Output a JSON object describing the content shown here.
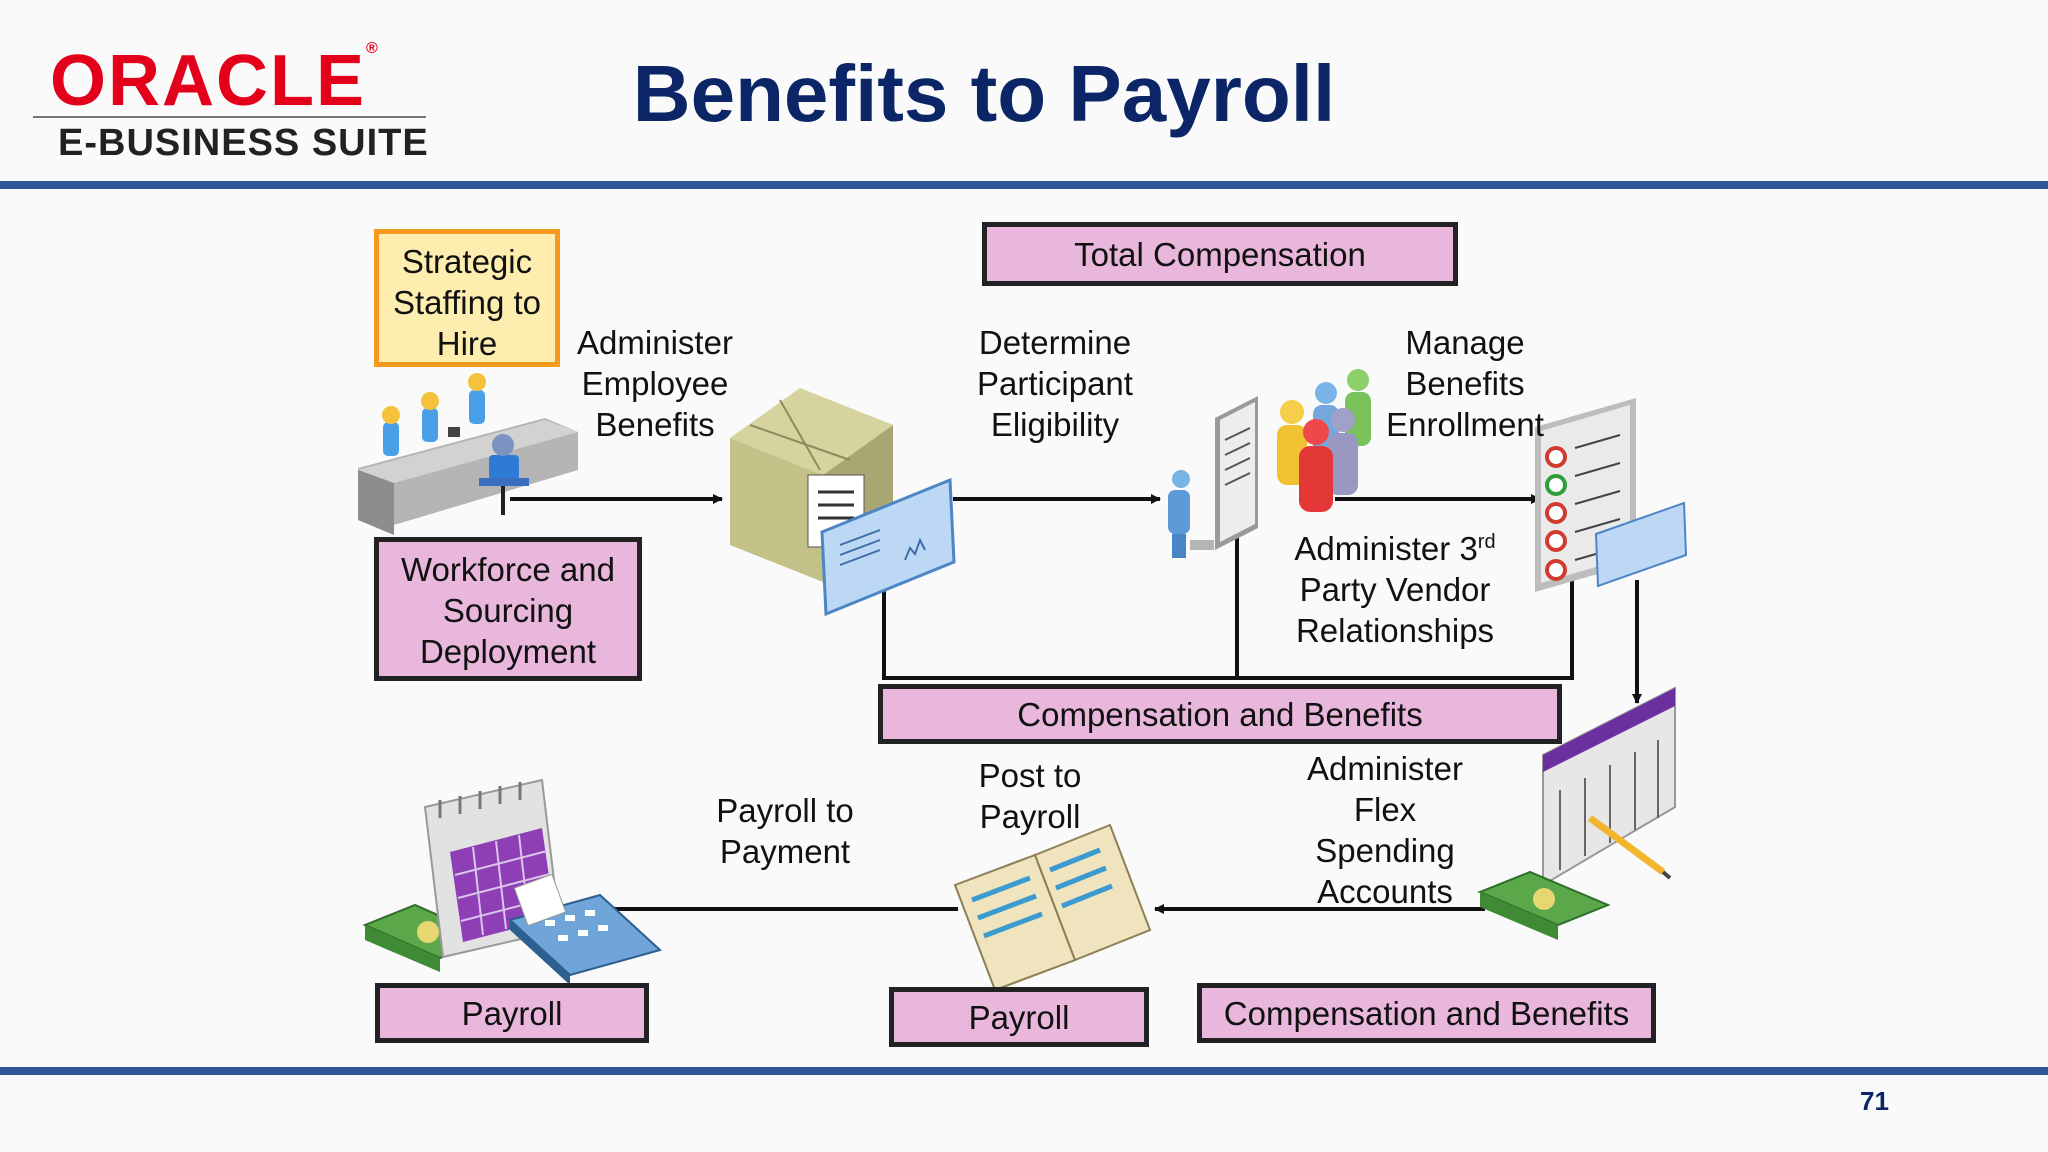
{
  "header": {
    "logo_brand": "ORACLE",
    "logo_registered": "®",
    "logo_suite": "E-BUSINESS SUITE",
    "title": "Benefits to Payroll",
    "page_number": "71"
  },
  "boxes": {
    "strategic_staffing": "Strategic Staffing to Hire",
    "total_compensation": "Total Compensation",
    "workforce": "Workforce and Sourcing Deployment",
    "comp_benefits_mid": "Compensation and Benefits",
    "payroll_left": "Payroll",
    "payroll_mid": "Payroll",
    "comp_benefits_right": "Compensation and Benefits"
  },
  "labels": {
    "administer_employee_benefits": "Administer Employee Benefits",
    "determine_eligibility": "Determine Participant Eligibility",
    "manage_enrollment": "Manage Benefits Enrollment",
    "vendor_prefix": "Administer 3",
    "vendor_sup": "rd",
    "vendor_rest": "Party Vendor Relationships",
    "post_to_payroll": "Post to Payroll",
    "flex_spending": "Administer Flex Spending Accounts",
    "payroll_to_payment": "Payroll to Payment"
  },
  "icons": [
    "office-desk-people-icon",
    "package-box-icon",
    "benefit-check-icon",
    "person-document-icon",
    "people-group-icon",
    "checklist-icon",
    "spreadsheet-pencil-icon",
    "cash-money-icon",
    "payroll-ledger-icon",
    "calendar-icon",
    "calculator-icon"
  ],
  "colors": {
    "title": "#0c2566",
    "rule": "#2f5597",
    "box_fill": "#e8b7db",
    "highlight_fill": "#fdeeb0",
    "highlight_border": "#f59a1e",
    "oracle_red": "#e3001b"
  }
}
